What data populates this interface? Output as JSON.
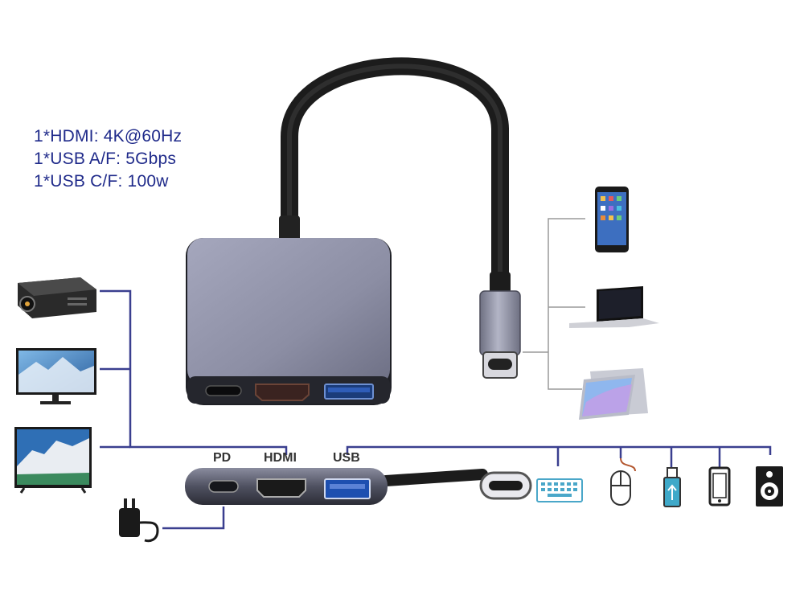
{
  "specs": [
    {
      "text": "1*HDMI: 4K@60Hz"
    },
    {
      "text": "1*USB A/F: 5Gbps"
    },
    {
      "text": "1*USB C/F: 100w"
    }
  ],
  "port_labels": {
    "pd": "PD",
    "hdmi": "HDMI",
    "usb": "USB"
  },
  "colors": {
    "spec_text": "#1f2a8a",
    "connector_lines": "#3a3f8f",
    "source_lines": "#9a9a9a",
    "hub_body": "#8d8fa6"
  },
  "devices": {
    "hdmi_outputs": [
      "projector-icon",
      "monitor-icon",
      "television-icon"
    ],
    "sources": [
      "smartphone-icon",
      "laptop-icon",
      "tablet-icon"
    ],
    "usb_peripherals": [
      "keyboard-icon",
      "mouse-icon",
      "usb-flash-drive-icon",
      "phone-icon",
      "speaker-icon"
    ],
    "power": "power-adapter-icon"
  }
}
